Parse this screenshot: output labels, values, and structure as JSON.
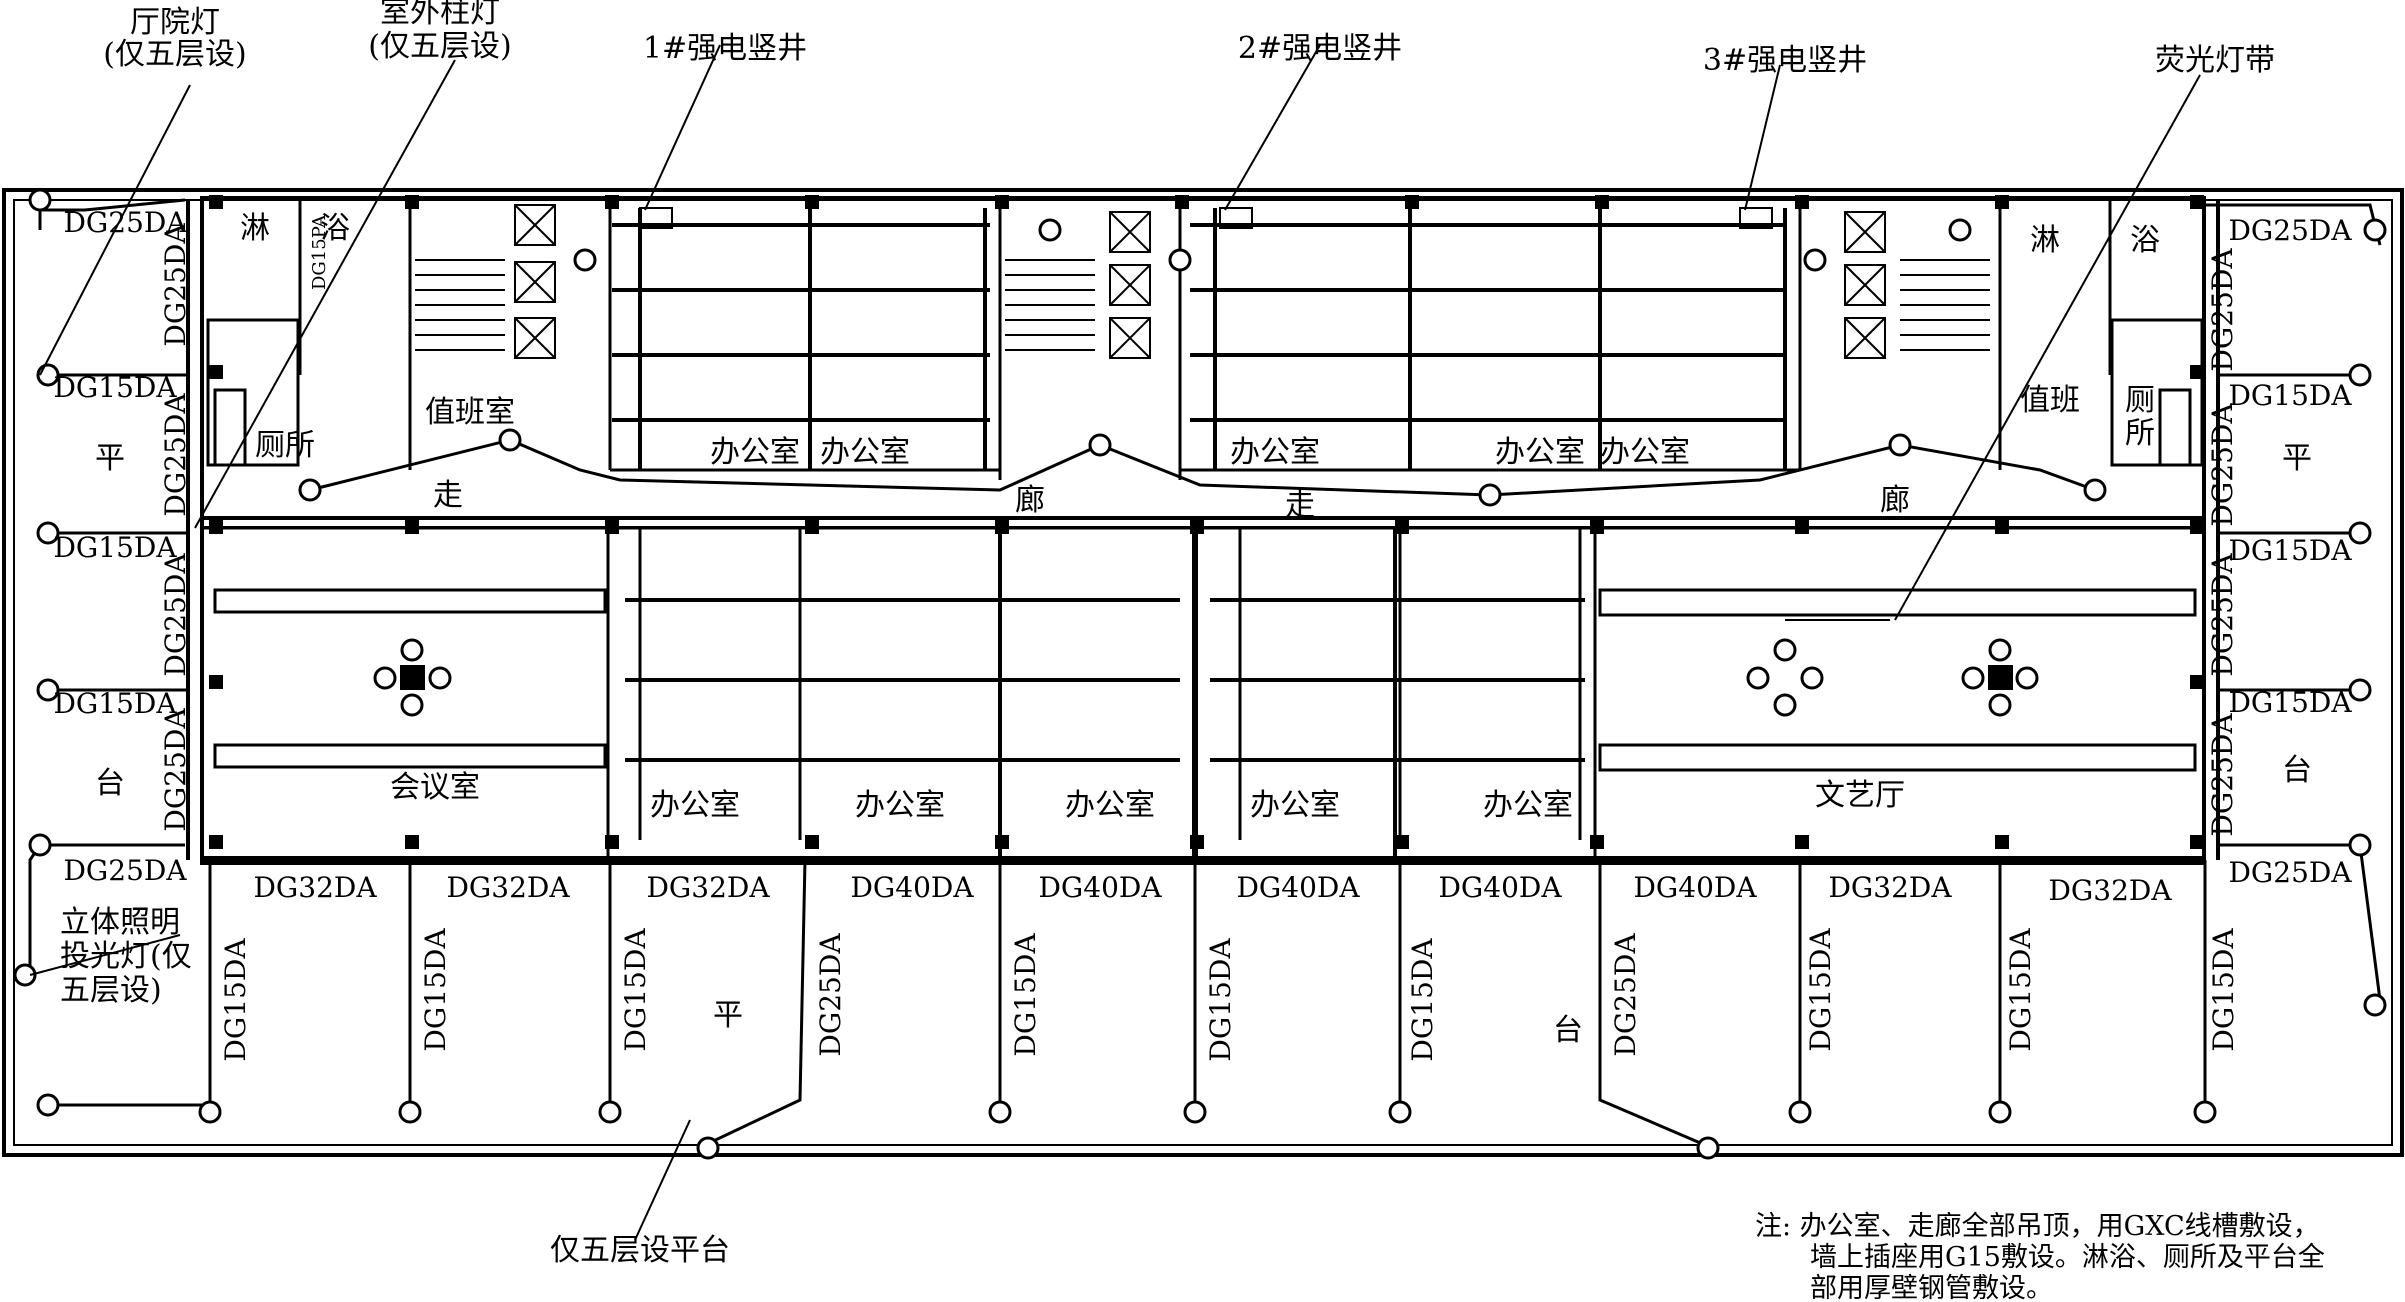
{
  "callouts": {
    "yard_light": [
      "厅院灯",
      "(仅五层设)"
    ],
    "column_light": [
      "室外柱灯",
      "(仅五层设)"
    ],
    "shaft1": "1#强电竖井",
    "shaft2": "2#强电竖井",
    "shaft3": "3#强电竖井",
    "fluorescent_strip": "荧光灯带",
    "flood_light": [
      "立体照明",
      "投光灯(仅",
      "五层设)"
    ],
    "platform_only": "仅五层设平台"
  },
  "rooms": {
    "shower_left_1": "淋",
    "shower_left_2": "浴",
    "shower_right_1": "淋",
    "shower_right_2": "浴",
    "duty_room_left": "值班室",
    "duty_room_right": "值班",
    "toilet_left": "厕所",
    "toilet_right_1": "厕",
    "toilet_right_2": "所",
    "office_top": [
      "办公室",
      "办公室",
      "办公室",
      "办公室",
      "办公室"
    ],
    "corridor": [
      "走",
      "廊",
      "走",
      "廊"
    ],
    "meeting_room": "会议室",
    "office_bottom": [
      "办公室",
      "办公室",
      "办公室",
      "办公室",
      "办公室"
    ],
    "arts_hall": "文艺厅",
    "platform_chars": [
      "平",
      "台",
      "平",
      "台",
      "平",
      "台"
    ]
  },
  "cables": {
    "left_top": "DG25DA",
    "left_vertical": [
      "DG25DA",
      "DG25DA",
      "DG25DA",
      "DG25DA"
    ],
    "left_branches": [
      "DG15DA",
      "DG15DA",
      "DG15DA"
    ],
    "left_bottom": "DG25DA",
    "small_tag": "DG15PA",
    "right_top": "DG25DA",
    "right_vertical": [
      "DG25DA",
      "DG25DA",
      "DG25DA",
      "DG25DA"
    ],
    "right_branches": [
      "DG15DA",
      "DG15DA",
      "DG15DA"
    ],
    "right_bottom": "DG25DA",
    "bottom_runs": [
      "DG32DA",
      "DG32DA",
      "DG32DA",
      "DG40DA",
      "DG40DA",
      "DG40DA",
      "DG40DA",
      "DG40DA",
      "DG32DA",
      "DG32DA"
    ],
    "bottom_drops": [
      "DG15DA",
      "DG15DA",
      "DG15DA",
      "DG25DA",
      "DG15DA",
      "DG15DA",
      "DG15DA",
      "DG25DA",
      "DG15DA",
      "DG15DA",
      "DG15DA"
    ]
  },
  "note": [
    "注: 办公室、走廊全部吊顶，用GXC线槽敷设，",
    "墙上插座用G15敷设。淋浴、厕所及平台全",
    "部用厚壁钢管敷设。"
  ]
}
